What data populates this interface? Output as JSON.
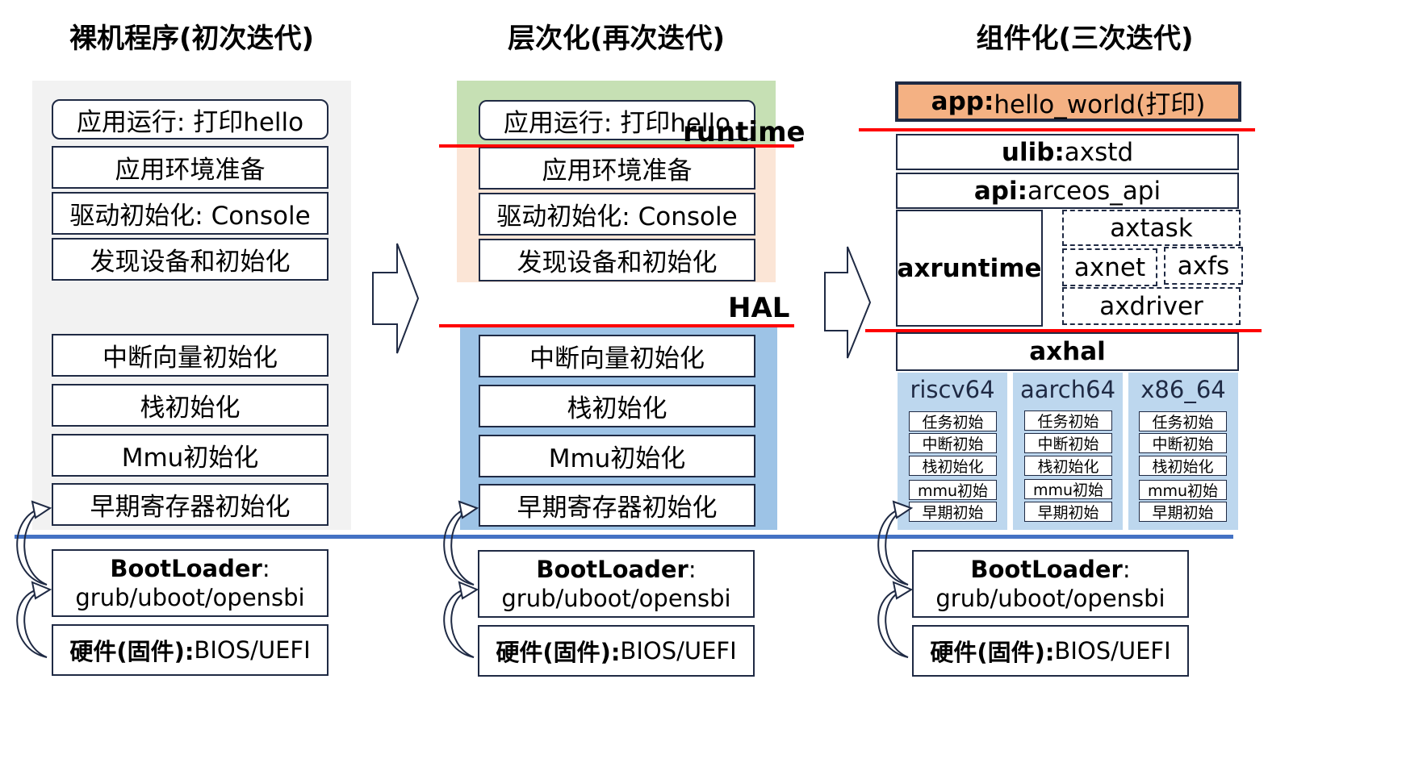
{
  "columns": {
    "col1": {
      "title": "裸机程序(初次迭代)",
      "boxes": [
        "应用运行: 打印hello",
        "应用环境准备",
        "驱动初始化: Console",
        "发现设备和初始化",
        "中断向量初始化",
        "栈初始化",
        "Mmu初始化",
        "早期寄存器初始化"
      ]
    },
    "col2": {
      "title": "层次化(再次迭代)",
      "boxes": [
        "应用运行: 打印hello",
        "应用环境准备",
        "驱动初始化: Console",
        "发现设备和初始化",
        "中断向量初始化",
        "栈初始化",
        "Mmu初始化",
        "早期寄存器初始化"
      ],
      "runtime_label": "runtime",
      "hal_label": "HAL"
    },
    "col3": {
      "title": "组件化(三次迭代)",
      "app": {
        "key": "app:",
        "value": " hello_world(打印)"
      },
      "ulib": {
        "key": "ulib:",
        "value": " axstd"
      },
      "api": {
        "key": "api:",
        "value": " arceos_api"
      },
      "axruntime": "axruntime",
      "axtask": "axtask",
      "axnet": "axnet",
      "axfs": "axfs",
      "axdriver": "axdriver",
      "axhal": "axhal",
      "archs": [
        {
          "name": "riscv64",
          "items": [
            "任务初始",
            "中断初始",
            "栈初始化",
            "mmu初始",
            "早期初始"
          ]
        },
        {
          "name": "aarch64",
          "items": [
            "任务初始",
            "中断初始",
            "栈初始化",
            "mmu初始",
            "早期初始"
          ]
        },
        {
          "name": "x86_64",
          "items": [
            "任务初始",
            "中断初始",
            "栈初始化",
            "mmu初始",
            "早期初始"
          ]
        }
      ]
    }
  },
  "boot": {
    "bootloader_key": "BootLoader",
    "bootloader_colon": ":",
    "bootloader_value": "grub/uboot/opensbi",
    "hardware_key": "硬件(固件):",
    "hardware_value": " BIOS/UEFI"
  },
  "colors": {
    "gray_bg": "#f2f2f2",
    "green_bg": "#c6e0b4",
    "peach_bg": "#fbe5d6",
    "blue_bg": "#9dc3e6",
    "light_blue_bg": "#bdd7ee",
    "app_fill": "#f4b183",
    "red_line": "#ff0000",
    "blue_line": "#4472c4",
    "border": "#1f2a44"
  }
}
